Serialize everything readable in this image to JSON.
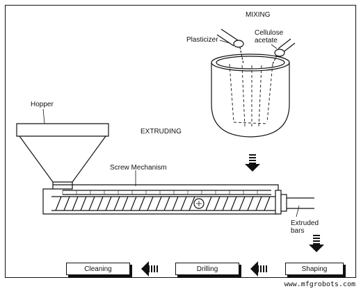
{
  "labels": {
    "mixing": "MIXING",
    "plasticizer": "Plasticizer",
    "cellulose": "Cellulose",
    "acetate": "acetate",
    "hopper": "Hopper",
    "extruding": "EXTRUDING",
    "screw_mechanism": "Screw Mechanism",
    "extruded": "Extruded",
    "bars": "bars"
  },
  "steps": [
    "Cleaning",
    "Drilling",
    "Shaping"
  ],
  "watermark": "www.mfgrobots.com"
}
